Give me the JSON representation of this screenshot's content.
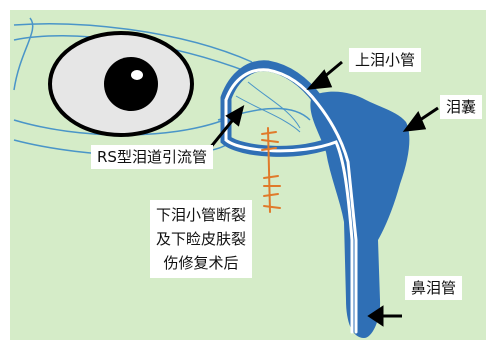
{
  "labels": {
    "upper_canaliculus": "上泪小管",
    "lacrimal_sac": "泪囊",
    "rs_stent": "RS型泪道引流管",
    "post_repair_line1": "下泪小管断裂",
    "post_repair_line2": "及下睑皮肤裂",
    "post_repair_line3": "伤修复术后",
    "nasolacrimal_duct": "鼻泪管"
  },
  "colors": {
    "background": "#d5ecc8",
    "eye_outline": "#4a95c8",
    "eyeball": "#e6e6e6",
    "pupil": "#000000",
    "lacrimal_system": "#2f6fb5",
    "stent_tube": "#ffffff",
    "suture": "#e07a2a",
    "arrow": "#000000"
  },
  "icons": {
    "suture_marks": "suture-icon",
    "pointer_arrows": "arrow-icon"
  }
}
